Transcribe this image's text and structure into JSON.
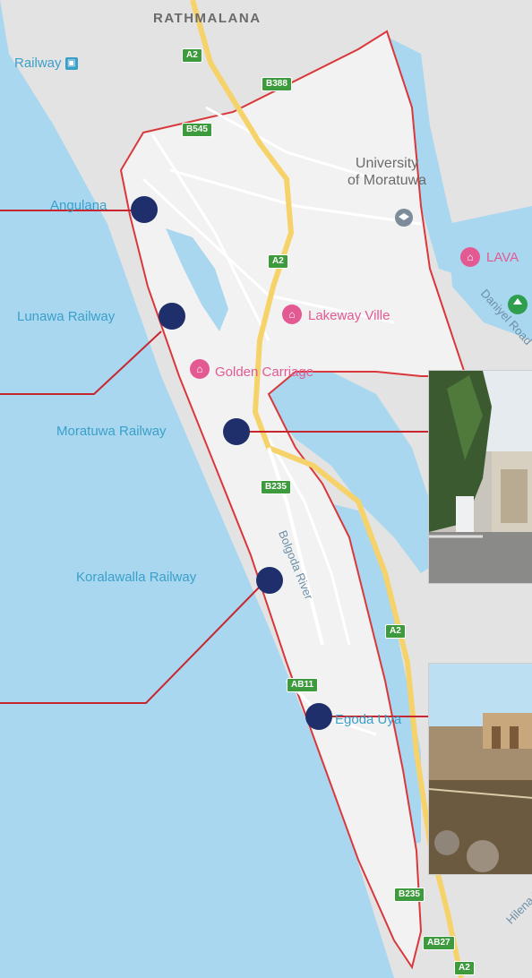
{
  "map": {
    "area_label": "RATHMALANA",
    "university": {
      "line1": "University",
      "line2": "of Moratuwa"
    },
    "river": "Bolgoda River",
    "road_name": "Daniyel Road",
    "road_name2": "Hilena R",
    "places": [
      {
        "label": "LAVA",
        "icon": "hotel-icon"
      },
      {
        "label": "Lakeway Ville",
        "icon": "hotel-icon"
      },
      {
        "label": "Golden Carriage",
        "icon": "hotel-icon"
      }
    ],
    "stations": [
      {
        "label": "Railway",
        "icon": "train-station-icon"
      },
      {
        "label": "Angulana"
      },
      {
        "label": "Lunawa Railway"
      },
      {
        "label": "Moratuwa Railway"
      },
      {
        "label": "Koralawalla Railway"
      },
      {
        "label": "Egoda Uya"
      }
    ],
    "road_tags": [
      "A2",
      "B388",
      "B545",
      "A2",
      "B235",
      "A2",
      "AB11",
      "B235",
      "AB27",
      "A2"
    ]
  },
  "colors": {
    "water": "#a9d7f0",
    "land": "#ececec",
    "highway": "#f6d36a",
    "boundary": "#d9383b",
    "marker": "#1f2f6b",
    "leader_line": "#c8262e",
    "road_tag": "#3d9b3d"
  }
}
